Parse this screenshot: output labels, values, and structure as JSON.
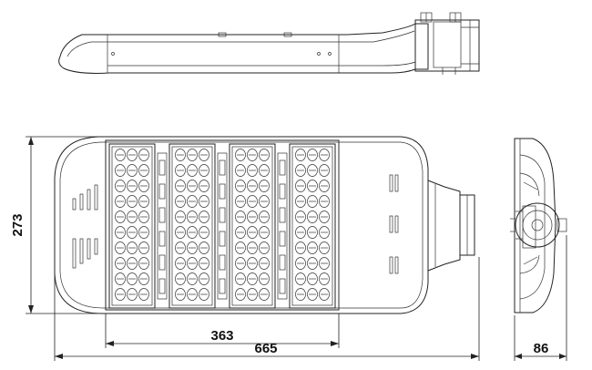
{
  "dimensions": {
    "height": "273",
    "module_width": "363",
    "overall_length": "665",
    "side_depth": "86"
  },
  "modules": [
    {
      "name": "led-module-1"
    },
    {
      "name": "led-module-2"
    },
    {
      "name": "led-module-3"
    },
    {
      "name": "led-module-4"
    }
  ]
}
